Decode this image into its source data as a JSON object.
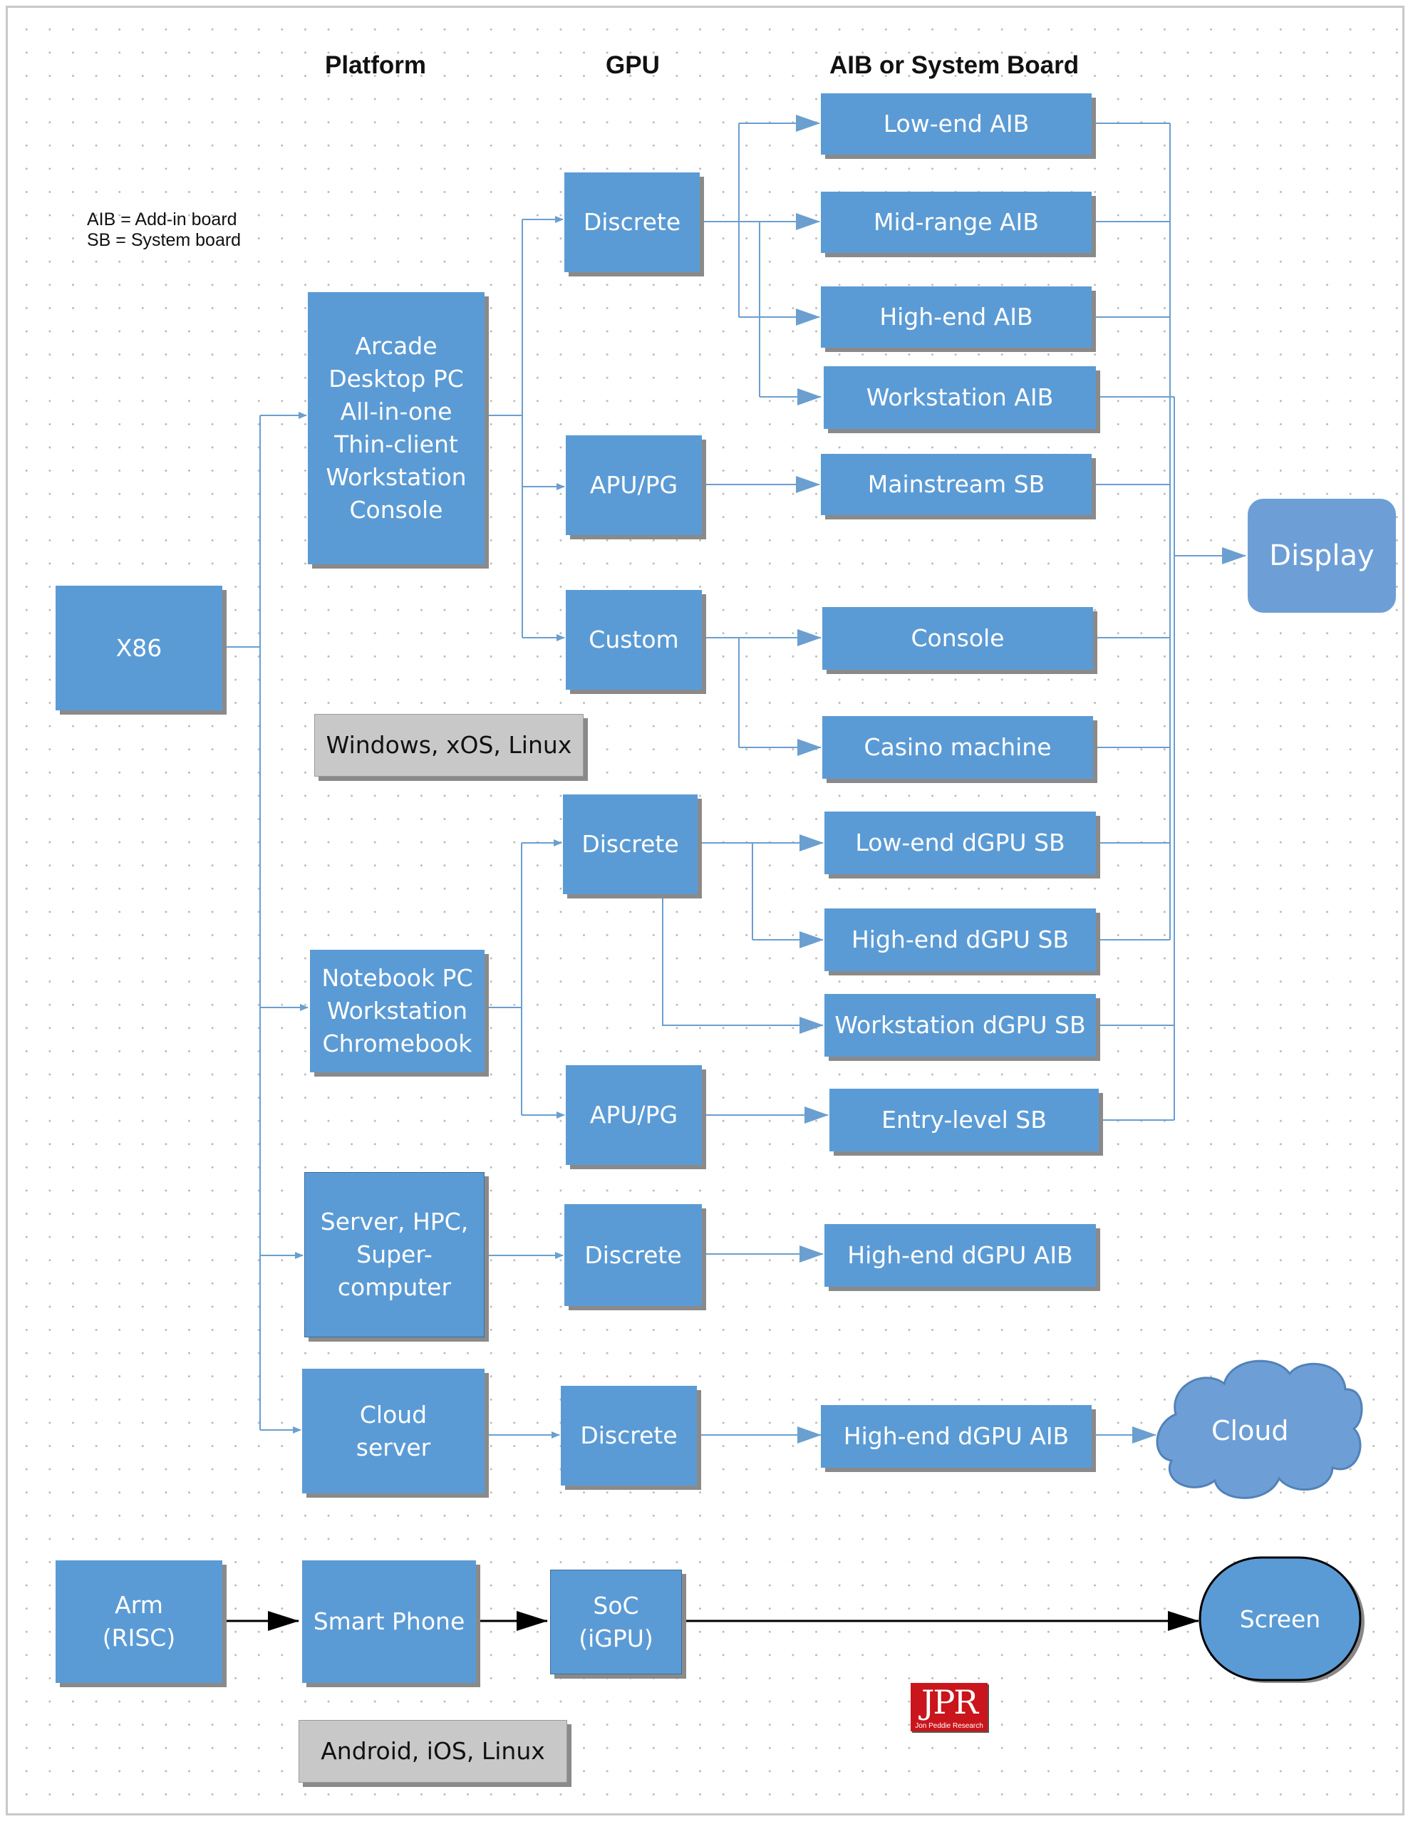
{
  "headers": {
    "platform": "Platform",
    "gpu": "GPU",
    "board": "AIB or System Board"
  },
  "legend": {
    "line1": "AIB = Add-in board",
    "line2": "SB = System board"
  },
  "nodes": {
    "x86": "X86",
    "pc_platforms": "Arcade\nDesktop PC\nAll-in-one\nThin-client\nWorkstation\nConsole",
    "notebook_platforms": "Notebook PC\nWorkstation\nChromebook",
    "server_platforms": "Server, HPC,\nSuper-\ncomputer",
    "cloud_server": "Cloud\nserver",
    "os_x86": "Windows, xOS, Linux",
    "gpu_discrete_1": "Discrete",
    "gpu_apu_1": "APU/PG",
    "gpu_custom": "Custom",
    "gpu_discrete_2": "Discrete",
    "gpu_apu_2": "APU/PG",
    "gpu_discrete_3": "Discrete",
    "gpu_discrete_4": "Discrete",
    "low_end_aib": "Low-end AIB",
    "mid_range_aib": "Mid-range AIB",
    "high_end_aib": "High-end AIB",
    "workstation_aib": "Workstation AIB",
    "mainstream_sb": "Mainstream SB",
    "console": "Console",
    "casino_machine": "Casino machine",
    "low_end_dgpu_sb": "Low-end dGPU SB",
    "high_end_dgpu_sb": "High-end dGPU SB",
    "workstation_dgpu_sb": "Workstation dGPU SB",
    "entry_level_sb": "Entry-level SB",
    "high_end_dgpu_aib_1": "High-end dGPU AIB",
    "high_end_dgpu_aib_2": "High-end dGPU AIB",
    "display": "Display",
    "cloud": "Cloud",
    "arm": "Arm\n(RISC)",
    "smart_phone": "Smart Phone",
    "soc": "SoC\n(iGPU)",
    "screen": "Screen",
    "os_arm": "Android, iOS, Linux"
  },
  "logo": {
    "mark": "JPR",
    "tagline": "Jon Peddie Research"
  },
  "colors": {
    "box": "#5b9bd5",
    "line": "#6a9fd0",
    "shadow": "#8a8a8a",
    "grey_box": "#c8c8c8",
    "display": "#6d9fd6",
    "logo": "#c9151b"
  }
}
